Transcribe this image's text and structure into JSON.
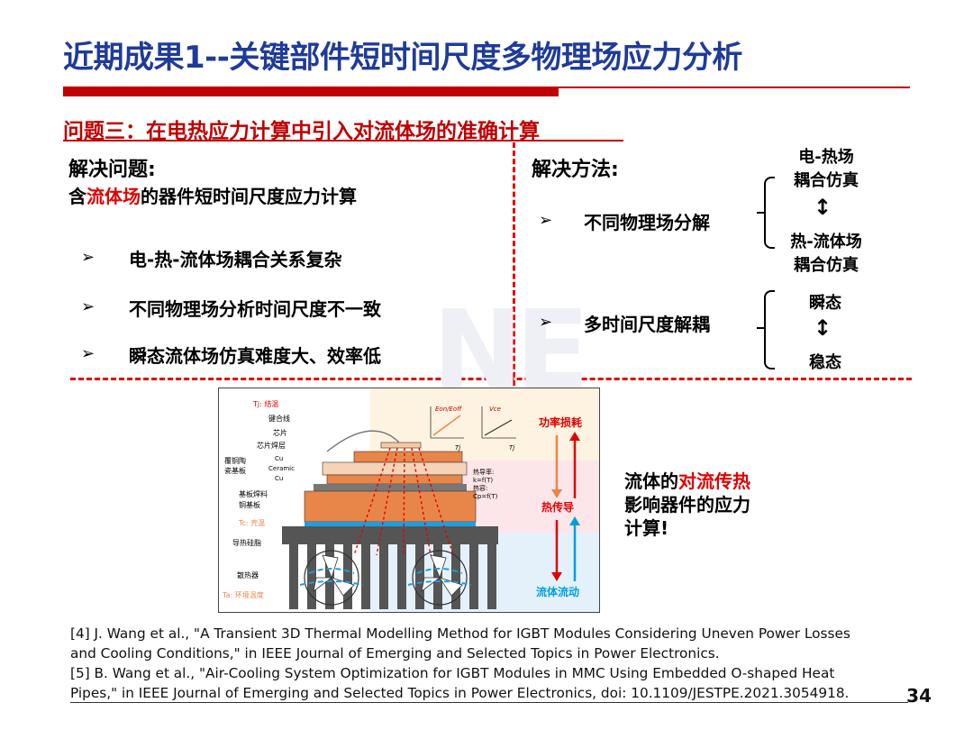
{
  "slide": {
    "title": "近期成果1--关键部件短时间尺度多物理场应力分析",
    "subtitle": "问题三：在电热应力计算中引入对流体场的准确计算",
    "page_number": "34"
  },
  "left": {
    "heading": "解决问题:",
    "desc_prefix": "含",
    "desc_highlight": "流体场",
    "desc_suffix": "的器件短时间尺度应力计算",
    "bullet_glyph": "➢",
    "bullets": [
      "电-热-流体场耦合关系复杂",
      "不同物理场分析时间尺度不一致",
      "瞬态流体场仿真难度大、效率低"
    ]
  },
  "right": {
    "heading": "解决方法:",
    "method1": {
      "label": "不同物理场分解",
      "top_line1": "电-热场",
      "top_line2": "耦合仿真",
      "bottom_line1": "热-流体场",
      "bottom_line2": "耦合仿真"
    },
    "method2": {
      "label": "多时间尺度解耦",
      "top": "瞬态",
      "bottom": "稳态"
    },
    "arrow_glyph": "↕"
  },
  "diagram": {
    "labels": {
      "tj": "Tj: 结温",
      "bond_wire": "键合线",
      "chip": "芯片",
      "chip_solder": "芯片焊层",
      "dbc1": "覆铜陶",
      "dbc2": "瓷基板",
      "cu_top": "Cu",
      "ceramic": "Ceramic",
      "cu_bottom": "Cu",
      "base_solder": "基板焊料",
      "baseplate": "铜基板",
      "tc": "Tc: 壳温",
      "tim": "导热硅脂",
      "heatsink": "散热器",
      "ta": "Ta: 环境温度",
      "eon_eoff": "Eon/Eoff",
      "vce": "Vce",
      "tj_axis": "Tj",
      "params": [
        "热导率:",
        "k=f(T)",
        "热容:",
        "Cp=f(T)"
      ],
      "power_loss": "功率损耗",
      "heat_conduction": "热传导",
      "fluid_flow": "流体流动"
    },
    "colors": {
      "orange": "#e8864a",
      "red": "#e00000",
      "blue": "#00b0f0",
      "bg_yellow": "#fdf3e0",
      "bg_pink": "#fde6ea",
      "bg_blue": "#e4f1fb"
    }
  },
  "note": {
    "line1_prefix": "流体的",
    "line1_highlight": "对流传热",
    "line2": "影响器件的应力",
    "line3": "计算!"
  },
  "references": [
    "[4] J. Wang et al., \"A Transient 3D Thermal Modelling Method for IGBT Modules Considering Uneven Power Losses",
    "and Cooling Conditions,\" in IEEE Journal of Emerging and Selected Topics in Power Electronics.",
    "[5] B. Wang et al., \"Air-Cooling System Optimization for IGBT Modules in MMC Using Embedded O-shaped Heat",
    "Pipes,\" in IEEE Journal of Emerging and Selected Topics in Power Electronics, doi: 10.1109/JESTPE.2021.3054918."
  ]
}
